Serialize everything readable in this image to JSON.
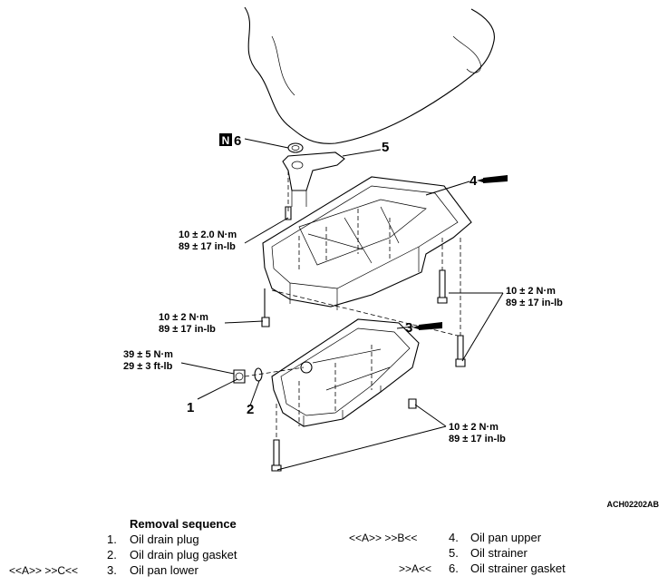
{
  "callouts": {
    "n_badge": "N",
    "p1": "1",
    "p2": "2",
    "p3": "3",
    "p4": "4",
    "p5": "5",
    "p6": "6"
  },
  "torques": {
    "t_strainer": [
      "10 ± 2.0 N·m",
      "89 ± 17 in-lb"
    ],
    "t_upper_left": [
      "10 ± 2 N·m",
      "89 ± 17 in-lb"
    ],
    "t_upper_right": [
      "10 ± 2 N·m",
      "89 ± 17 in-lb"
    ],
    "t_drain": [
      "39 ± 5 N·m",
      "29 ± 3 ft-lb"
    ],
    "t_lower": [
      "10 ± 2 N·m",
      "89 ± 17 in-lb"
    ]
  },
  "figure_ref": "ACH02202AB",
  "legend": {
    "heading": "Removal sequence",
    "left_items": [
      {
        "num": "1.",
        "text": "Oil drain plug",
        "tags": ""
      },
      {
        "num": "2.",
        "text": "Oil drain plug gasket",
        "tags": ""
      },
      {
        "num": "3.",
        "text": "Oil pan lower",
        "tags": "<<A>>    >>C<<"
      }
    ],
    "right_items": [
      {
        "num": "4.",
        "text": "Oil pan upper",
        "tags": "<<A>>    >>B<<"
      },
      {
        "num": "5.",
        "text": "Oil strainer",
        "tags": ""
      },
      {
        "num": "6.",
        "text": "Oil strainer gasket",
        "tags": ">>A<<"
      }
    ]
  }
}
